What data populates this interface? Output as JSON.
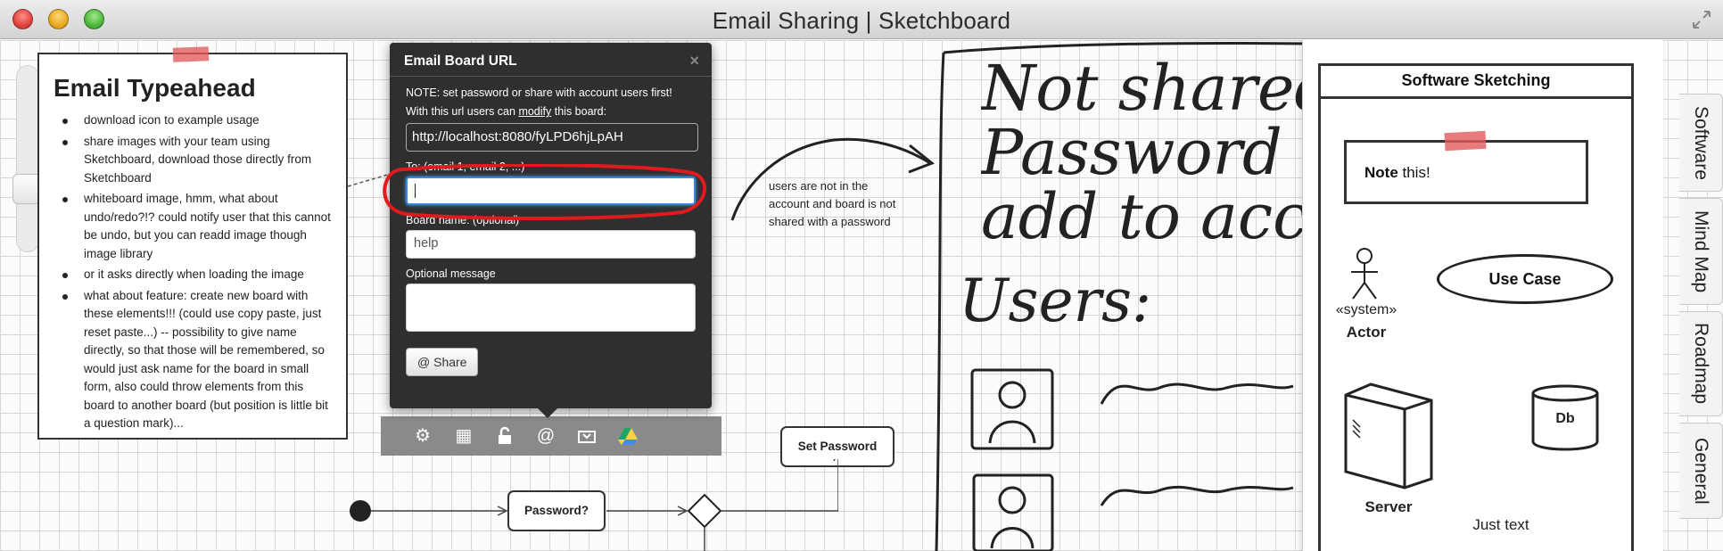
{
  "window": {
    "title": "Email Sharing | Sketchboard"
  },
  "note": {
    "title": "Email Typeahead",
    "items": [
      "download icon to example usage",
      "share images with your team using Sketchboard, download those directly from Sketchboard",
      "whiteboard image, hmm, what about undo/redo?!? could notify user that this cannot be undo, but you can readd image though image library",
      "or it asks directly when loading the image",
      "what about feature: create new board with these elements!!! (could use copy paste, just reset paste...) -- possibility to give name directly, so that those will be remembered, so would just ask name for the board in small form, also could throw elements from this board to another board (but position is little bit a question mark)..."
    ]
  },
  "dialog": {
    "title": "Email Board URL",
    "close": "×",
    "note_line": "NOTE: set password or share with account users first!",
    "modify_prefix": "With this url users can ",
    "modify_word": "modify",
    "modify_suffix": " this board:",
    "url": "http://localhost:8080/fyLPD6hjLpAH",
    "to_label": "To: (email 1, email 2, ...)",
    "to_value": "",
    "board_name_label": "Board name: (optional)",
    "board_name_value": "help",
    "message_label": "Optional message",
    "message_value": "",
    "share_button": "@ Share"
  },
  "toolbar": {
    "icons": [
      "settings-icon",
      "grid-icon",
      "lock-icon",
      "email-icon",
      "export-icon",
      "google-drive-icon"
    ],
    "settings": "⚙",
    "grid": "▦",
    "email": "@"
  },
  "annotations": {
    "users_note": "users are not in the account and board is not shared with a password",
    "set_password": "Set Password",
    "password_q": "Password?"
  },
  "handwriting": {
    "line1": "Not shared",
    "line2": "Password c",
    "line3": "add to acc",
    "users": "Users:"
  },
  "panel": {
    "title": "Software Sketching",
    "note_bold": "Note",
    "note_rest": " this!",
    "actor_stereotype": "«system»",
    "actor_label": "Actor",
    "use_case": "Use Case",
    "server_label": "Server",
    "db_label": "Db",
    "just_text": "Just text"
  },
  "side_tabs": [
    "Software",
    "Mind Map",
    "Roadmap",
    "General"
  ],
  "colors": {
    "accent_red": "#e0443e",
    "focus_blue": "#3a88d8",
    "dialog_bg": "#2f2f2f"
  }
}
